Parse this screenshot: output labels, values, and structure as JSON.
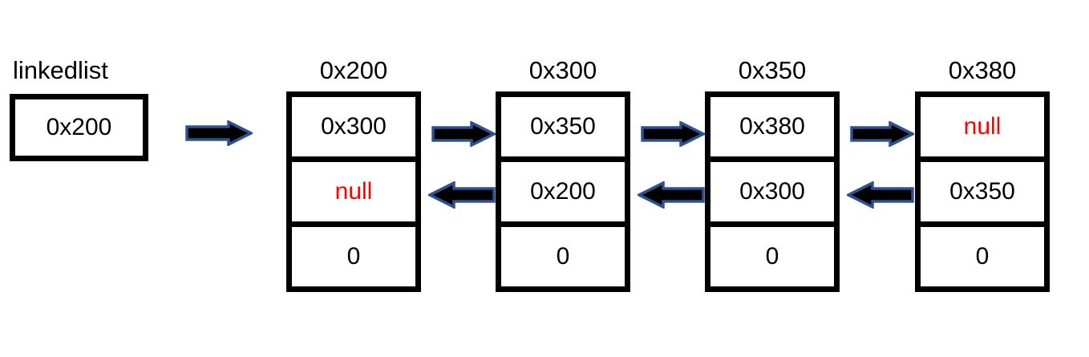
{
  "diagram": {
    "title": "doubly-linked-list-memory-diagram",
    "colors": {
      "box_border": "#000000",
      "arrow_fill": "#000000",
      "arrow_outline": "#2E528F",
      "null_text": "#FF0000",
      "address_text": "#000000",
      "background": "#FFFFFF"
    }
  },
  "head": {
    "label": "linkedlist",
    "value": "0x200"
  },
  "nodes": [
    {
      "address_label": "0x200",
      "next": "0x300",
      "next_is_null": false,
      "prev": "null",
      "prev_is_null": true,
      "data": "0"
    },
    {
      "address_label": "0x300",
      "next": "0x350",
      "next_is_null": false,
      "prev": "0x200",
      "prev_is_null": false,
      "data": "0"
    },
    {
      "address_label": "0x350",
      "next": "0x380",
      "next_is_null": false,
      "prev": "0x300",
      "prev_is_null": false,
      "data": "0"
    },
    {
      "address_label": "0x380",
      "next": "null",
      "next_is_null": true,
      "prev": "0x350",
      "prev_is_null": false,
      "data": "0"
    }
  ],
  "arrows": [
    {
      "name": "head-to-node-1",
      "direction": "right"
    },
    {
      "name": "next-pointer-node-1-to-node-2",
      "direction": "right"
    },
    {
      "name": "prev-pointer-node-2-to-node-1",
      "direction": "left"
    },
    {
      "name": "next-pointer-node-2-to-node-3",
      "direction": "right"
    },
    {
      "name": "prev-pointer-node-3-to-node-2",
      "direction": "left"
    },
    {
      "name": "next-pointer-node-3-to-node-4",
      "direction": "right"
    },
    {
      "name": "prev-pointer-node-4-to-node-3",
      "direction": "left"
    }
  ]
}
